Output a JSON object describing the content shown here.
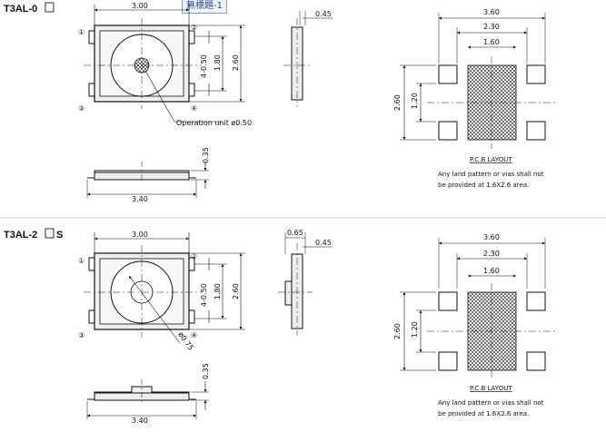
{
  "tab_label": "無標題-1",
  "top": {
    "part_label": "T3AL-0",
    "dims": {
      "width_top": "3.00",
      "height_right": "2.60",
      "inner_1": "1.80",
      "inner_2": "4-0.50",
      "side_thick": "0.45",
      "bottom_width": "3.40",
      "bottom_height": "0.35"
    },
    "pins": [
      "①",
      "②",
      "③",
      "④"
    ],
    "operation_note": "Operation unit ø0.50"
  },
  "bottom": {
    "part_label": "T3AL-2",
    "part_suffix": "S",
    "dims": {
      "width_top": "3.00",
      "height_right": "2.60",
      "inner_1": "1.80",
      "inner_2": "4-0.50",
      "side_a": "0.65",
      "side_thick": "0.45",
      "bottom_width": "3.40",
      "bottom_height": "0.35",
      "diameter": "ø0.75"
    },
    "pins": [
      "①",
      "②",
      "③",
      "④"
    ]
  },
  "pcb_top": {
    "w_outer": "3.60",
    "w_mid": "2.30",
    "w_inner": "1.60",
    "h_outer": "2.60",
    "h_inner": "1.20",
    "title": "P.C.B LAYOUT",
    "note_line1": "Any land pattern or vias shall not",
    "note_line2": "be provided at 1.6X2.6 area."
  },
  "pcb_bottom": {
    "w_outer": "3.60",
    "w_mid": "2.30",
    "w_inner": "1.60",
    "h_outer": "2.60",
    "h_inner": "1.20",
    "title": "P.C.B LAYOUT",
    "note_line1": "Any land pattern or vias shall not",
    "note_line2": "be provided at 1.6X2.6 area."
  }
}
